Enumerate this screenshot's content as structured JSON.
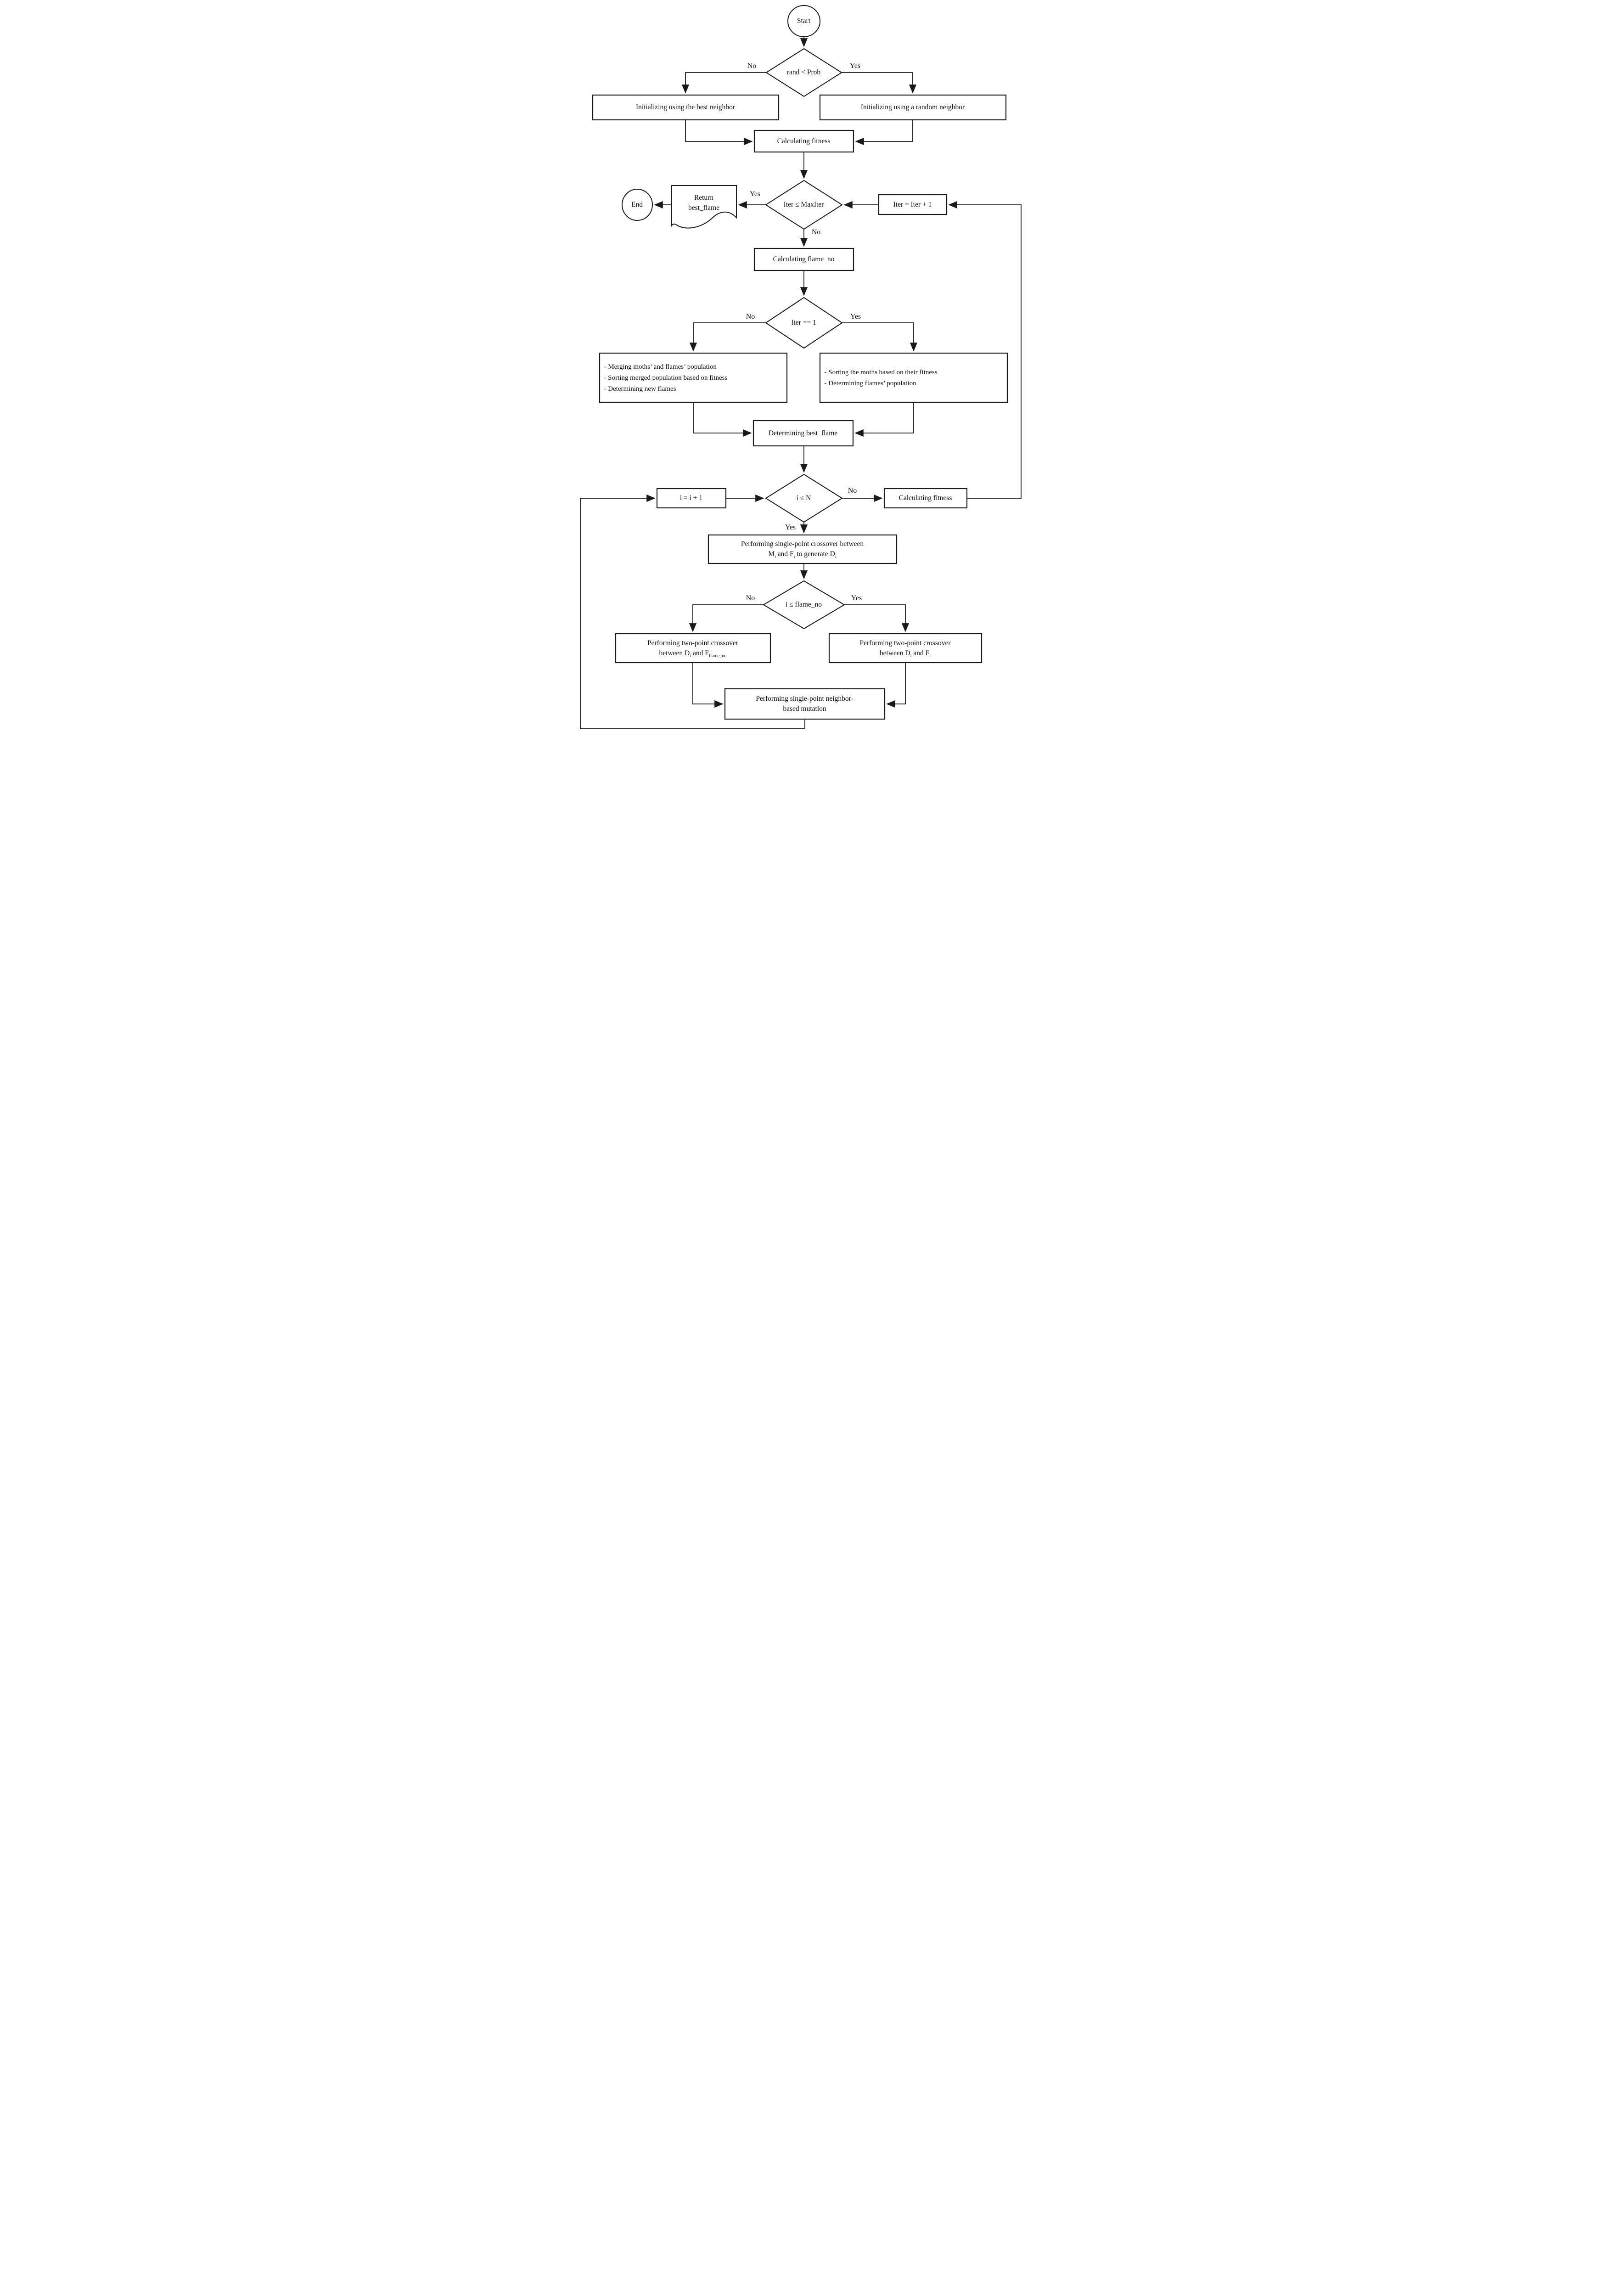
{
  "diagram": {
    "colors": {
      "line": "#1a1a1a",
      "fill": "#ffffff",
      "text": "#0f0f0f"
    },
    "nodes": {
      "start": {
        "label": "Start"
      },
      "d_rand": {
        "label": "rand < Prob"
      },
      "init_best": {
        "label": "Initializing using the best neighbor"
      },
      "init_random": {
        "label": "Initializing using a random neighbor"
      },
      "calc_fitness_top": {
        "label": "Calculating fitness"
      },
      "d_iter_max": {
        "label": "Iter ≤ MaxIter"
      },
      "return_best": {
        "line1": "Return",
        "line2": "best_flame"
      },
      "end": {
        "label": "End"
      },
      "iter_inc": {
        "label": "Iter = Iter + 1"
      },
      "calc_flame_no": {
        "label": "Calculating flame_no"
      },
      "d_iter_1": {
        "label": "Iter == 1"
      },
      "merge_box": {
        "items": [
          "- Merging moths’ and flames’ population",
          "- Sorting merged population based on fitness",
          "- Determining new flames"
        ]
      },
      "sort_box": {
        "items": [
          "- Sorting the moths based on their fitness",
          "- Determining flames’ population"
        ]
      },
      "det_best_flame": {
        "label": "Determining best_flame"
      },
      "d_i_n": {
        "label": "i ≤ N"
      },
      "i_inc": {
        "label": "i = i + 1"
      },
      "calc_fitness_right": {
        "label": "Calculating fitness"
      },
      "sp_crossover": {
        "line1": "Performing single-point crossover between",
        "l2_t1": "M",
        "l2_s1": "i",
        "l2_t2": " and F",
        "l2_s2": "i",
        "l2_t3": " to generate D",
        "l2_s3": "i"
      },
      "d_i_flame": {
        "label": "i ≤ flame_no"
      },
      "tp_left": {
        "line1": "Performing two-point crossover",
        "l2_t1": "between D",
        "l2_s1": "i",
        "l2_t2": " and F",
        "l2_s2": "flame_no"
      },
      "tp_right": {
        "line1": "Performing two-point crossover",
        "l2_t1": "between D",
        "l2_s1": "i",
        "l2_t2": " and F",
        "l2_s2": "i"
      },
      "mutation": {
        "line1": "Performing single-point neighbor-",
        "line2": "based mutation"
      }
    },
    "edge_labels": {
      "no1": "No",
      "yes1": "Yes",
      "yes2": "Yes",
      "no2": "No",
      "no3": "No",
      "yes3": "Yes",
      "no4": "No",
      "yes4": "Yes",
      "no5": "No",
      "yes5": "Yes"
    }
  }
}
